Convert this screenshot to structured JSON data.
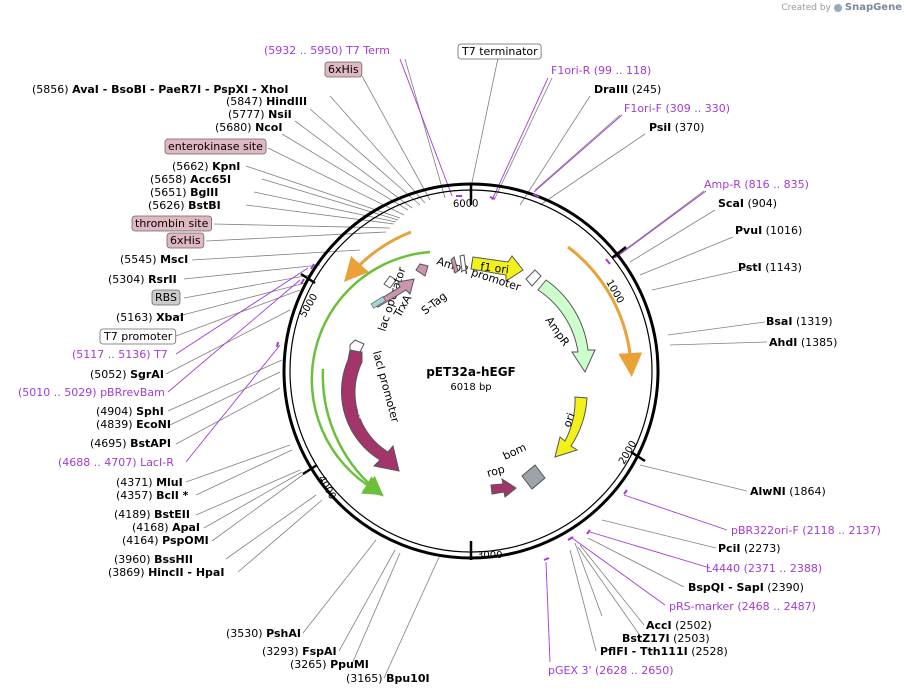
{
  "credit": {
    "prefix": "Created by",
    "brand": "SnapGene"
  },
  "plasmid": {
    "name": "pET32a-hEGF",
    "size_label": "6018 bp",
    "length": 6018
  },
  "colors": {
    "primer": "#a23bd1",
    "enzyme": "#000000",
    "feature_gray": "#cccccc",
    "feature_pink": "#e0b8c2"
  },
  "ticks": [
    "1000",
    "2000",
    "3000",
    "4000",
    "5000",
    "6000"
  ],
  "labels": [
    {
      "kind": "primer",
      "pos": "(5932 .. 5950)",
      "name": "T7 Term"
    },
    {
      "kind": "feature",
      "name": "T7 terminator"
    },
    {
      "kind": "feature",
      "name": "6xHis"
    },
    {
      "kind": "primer",
      "name": "F1ori-R",
      "pos": "(99 .. 118)"
    },
    {
      "kind": "enzyme",
      "pos": "(5856)",
      "name": "AvaI  - BsoBI  - PaeR7I  - PspXI  - XhoI"
    },
    {
      "kind": "enzyme",
      "name": "DraIII",
      "pos": "(245)"
    },
    {
      "kind": "enzyme",
      "pos": "(5847)",
      "name": "HindIII"
    },
    {
      "kind": "enzyme",
      "pos": "(5777)",
      "name": "NsiI"
    },
    {
      "kind": "primer",
      "name": "F1ori-F",
      "pos": "(309 .. 330)"
    },
    {
      "kind": "enzyme",
      "pos": "(5680)",
      "name": "NcoI"
    },
    {
      "kind": "enzyme",
      "name": "PsiI",
      "pos": "(370)"
    },
    {
      "kind": "feature",
      "name": "enterokinase site"
    },
    {
      "kind": "enzyme",
      "pos": "(5662)",
      "name": "KpnI"
    },
    {
      "kind": "enzyme",
      "pos": "(5658)",
      "name": "Acc65I"
    },
    {
      "kind": "enzyme",
      "pos": "(5651)",
      "name": "BglII"
    },
    {
      "kind": "primer",
      "name": "Amp-R",
      "pos": "(816 .. 835)"
    },
    {
      "kind": "enzyme",
      "pos": "(5626)",
      "name": "BstBI"
    },
    {
      "kind": "enzyme",
      "name": "ScaI",
      "pos": "(904)"
    },
    {
      "kind": "feature",
      "name": "thrombin site"
    },
    {
      "kind": "enzyme",
      "name": "PvuI",
      "pos": "(1016)"
    },
    {
      "kind": "feature",
      "name": "6xHis"
    },
    {
      "kind": "enzyme",
      "pos": "(5545)",
      "name": "MscI"
    },
    {
      "kind": "enzyme",
      "name": "PstI",
      "pos": "(1143)"
    },
    {
      "kind": "enzyme",
      "pos": "(5304)",
      "name": "RsrII"
    },
    {
      "kind": "feature",
      "name": "RBS"
    },
    {
      "kind": "enzyme",
      "pos": "(5163)",
      "name": "XbaI"
    },
    {
      "kind": "enzyme",
      "name": "BsaI",
      "pos": "(1319)"
    },
    {
      "kind": "feature",
      "name": "T7 promoter"
    },
    {
      "kind": "enzyme",
      "name": "AhdI",
      "pos": "(1385)"
    },
    {
      "kind": "primer",
      "pos": "(5117 .. 5136)",
      "name": "T7"
    },
    {
      "kind": "enzyme",
      "pos": "(5052)",
      "name": "SgrAI"
    },
    {
      "kind": "primer",
      "pos": "(5010 .. 5029)",
      "name": "pBRrevBam"
    },
    {
      "kind": "enzyme",
      "pos": "(4904)",
      "name": "SphI"
    },
    {
      "kind": "enzyme",
      "pos": "(4839)",
      "name": "EcoNI"
    },
    {
      "kind": "enzyme",
      "pos": "(4695)",
      "name": "BstAPI"
    },
    {
      "kind": "primer",
      "pos": "(4688 .. 4707)",
      "name": "LacI-R"
    },
    {
      "kind": "enzyme",
      "name": "AlwNI",
      "pos": "(1864)"
    },
    {
      "kind": "enzyme",
      "pos": "(4371)",
      "name": "MluI"
    },
    {
      "kind": "enzyme",
      "pos": "(4357)",
      "name": "BclI *"
    },
    {
      "kind": "enzyme",
      "pos": "(4189)",
      "name": "BstEII"
    },
    {
      "kind": "primer",
      "name": "pBR322ori-F",
      "pos": "(2118 .. 2137)"
    },
    {
      "kind": "enzyme",
      "pos": "(4168)",
      "name": "ApaI"
    },
    {
      "kind": "enzyme",
      "pos": "(4164)",
      "name": "PspOMI"
    },
    {
      "kind": "enzyme",
      "name": "PciI",
      "pos": "(2273)"
    },
    {
      "kind": "enzyme",
      "pos": "(3960)",
      "name": "BssHII"
    },
    {
      "kind": "primer",
      "name": "L4440",
      "pos": "(2371 .. 2388)"
    },
    {
      "kind": "enzyme",
      "pos": "(3869)",
      "name": "HincII  - HpaI"
    },
    {
      "kind": "enzyme",
      "name": "BspQI  - SapI",
      "pos": "(2390)"
    },
    {
      "kind": "primer",
      "name": "pRS-marker",
      "pos": "(2468 .. 2487)"
    },
    {
      "kind": "enzyme",
      "pos": "(3530)",
      "name": "PshAI"
    },
    {
      "kind": "enzyme",
      "name": "AccI",
      "pos": "(2502)"
    },
    {
      "kind": "enzyme",
      "name": "BstZ17I",
      "pos": "(2503)"
    },
    {
      "kind": "enzyme",
      "pos": "(3293)",
      "name": "FspAI"
    },
    {
      "kind": "enzyme",
      "name": "PflFI  - Tth111I",
      "pos": "(2528)"
    },
    {
      "kind": "enzyme",
      "pos": "(3265)",
      "name": "PpuMI"
    },
    {
      "kind": "primer",
      "name": "pGEX 3'",
      "pos": "(2628 .. 2650)"
    },
    {
      "kind": "enzyme",
      "pos": "(3165)",
      "name": "Bpu10I"
    }
  ],
  "features": [
    {
      "name": "f1 ori",
      "color": "#f2f21a"
    },
    {
      "name": "AmpR promoter",
      "color": "#ffffff"
    },
    {
      "name": "AmpR",
      "color": "#ccffcc"
    },
    {
      "name": "ori",
      "color": "#f2f21a"
    },
    {
      "name": "bom",
      "color": "#9ca3a9"
    },
    {
      "name": "rop",
      "color": "#a3356a"
    },
    {
      "name": "lacI",
      "color": "#a3356a"
    },
    {
      "name": "lacI promoter",
      "color": "#ffffff"
    },
    {
      "name": "lac operator",
      "color": "#ffffff"
    },
    {
      "name": "TrxA",
      "color": "#c995b0"
    },
    {
      "name": "S-Tag",
      "color": "#c995b0"
    }
  ]
}
